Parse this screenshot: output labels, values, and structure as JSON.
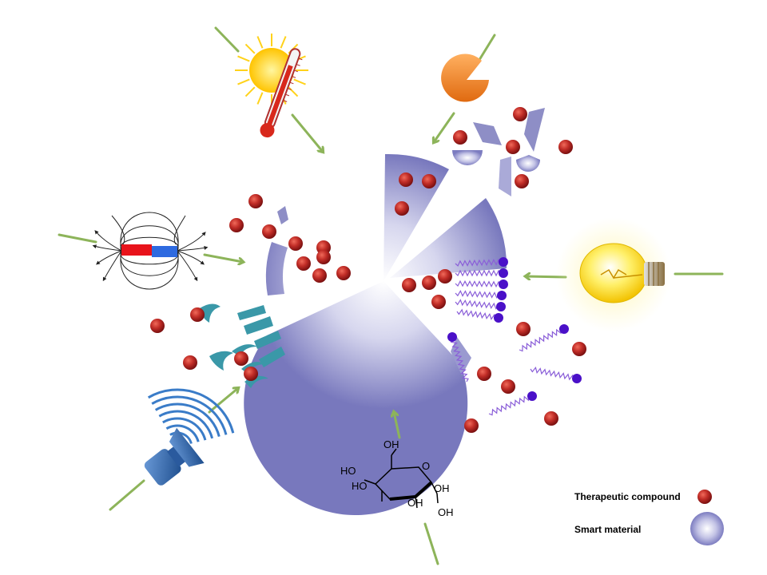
{
  "legend": {
    "compound_label": "Therapeutic compound",
    "material_label": "Smart material"
  },
  "glucose": {
    "oh_top": "OH",
    "o_ring": "O",
    "ho_left": "HO",
    "ho_mid": "HO",
    "oh_right": "OH",
    "oh_bottom": "OH"
  },
  "stimuli": [
    "temperature",
    "enzyme",
    "magnetic-field",
    "light",
    "ultrasound",
    "glucose"
  ],
  "colors": {
    "arrow": "#8db45a",
    "compound": "#b02525",
    "material": "#8e8ec6",
    "polymer": "#8a5ed8",
    "receptor": "#3a98a8"
  }
}
